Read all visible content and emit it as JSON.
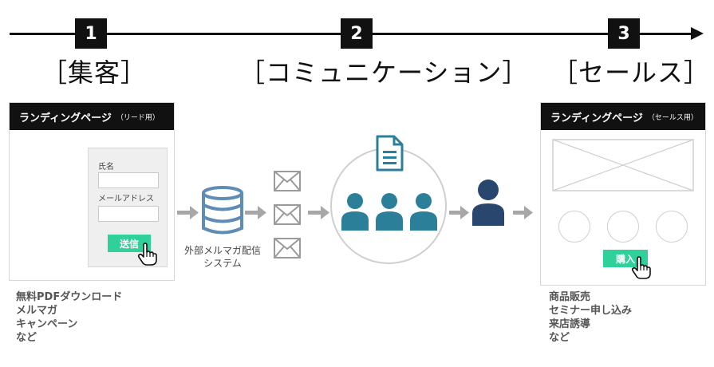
{
  "colors": {
    "accent_green": "#2fd09a",
    "people_teal": "#2b7f99",
    "person_navy": "#29466e",
    "db_blue": "#5e8cb5",
    "arrow_gray": "#a7a7a7"
  },
  "steps": [
    {
      "number": "1",
      "label": "［集客］"
    },
    {
      "number": "2",
      "label": "［コミュニケーション］"
    },
    {
      "number": "3",
      "label": "［セールス］"
    }
  ],
  "lead_page": {
    "title": "ランディングページ",
    "subtitle": "（リード用）",
    "name_label": "氏名",
    "email_label": "メールアドレス",
    "submit_label": "送信"
  },
  "lead_notes": [
    "無料PDFダウンロード",
    "メルマガ",
    "キャンペーン",
    "など"
  ],
  "database_caption": [
    "外部メルマガ配信",
    "システム"
  ],
  "icons": {
    "database": "database-icon",
    "mail": "mail-icon",
    "document": "document-icon",
    "group": "user-group-icon",
    "person": "person-icon",
    "cursor": "hand-cursor-icon"
  },
  "sales_page": {
    "title": "ランディングページ",
    "subtitle": "（セールス用）",
    "buy_label": "購入"
  },
  "sales_notes": [
    "商品販売",
    "セミナー申し込み",
    "来店誘導",
    "など"
  ]
}
